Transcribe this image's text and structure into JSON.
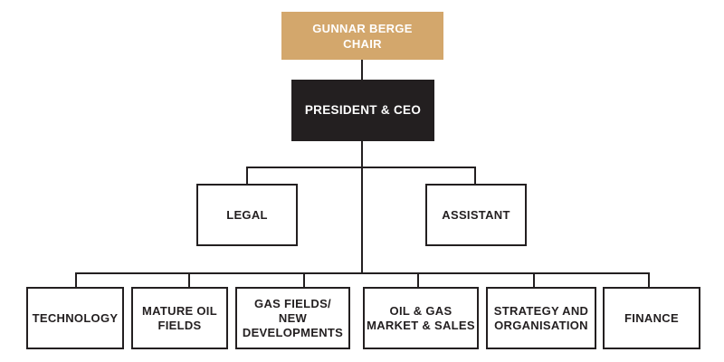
{
  "colors": {
    "gold": "#d3a76c",
    "ink": "#231f20",
    "box_bg": "#ffffff",
    "page_bg": "#ffffff"
  },
  "org_chart": {
    "type": "organization-chart",
    "nodes": {
      "chair": "GUNNAR BERGE\nCHAIR",
      "ceo": "PRESIDENT & CEO",
      "legal": "LEGAL",
      "assistant": "ASSISTANT",
      "technology": "TECHNOLOGY",
      "mature_oil_fields": "MATURE OIL\nFIELDS",
      "gas_fields_new_developments": "GAS FIELDS/\nNEW\nDEVELOPMENTS",
      "oil_gas_market_sales": "OIL & GAS\nMARKET & SALES",
      "strategy_organisation": "STRATEGY AND\nORGANISATION",
      "finance": "FINANCE"
    },
    "hierarchy": [
      {
        "id": "chair",
        "parent": null
      },
      {
        "id": "ceo",
        "parent": "chair"
      },
      {
        "id": "legal",
        "parent": "ceo"
      },
      {
        "id": "assistant",
        "parent": "ceo"
      },
      {
        "id": "technology",
        "parent": "ceo"
      },
      {
        "id": "mature_oil_fields",
        "parent": "ceo"
      },
      {
        "id": "gas_fields_new_developments",
        "parent": "ceo"
      },
      {
        "id": "oil_gas_market_sales",
        "parent": "ceo"
      },
      {
        "id": "strategy_organisation",
        "parent": "ceo"
      },
      {
        "id": "finance",
        "parent": "ceo"
      }
    ]
  }
}
